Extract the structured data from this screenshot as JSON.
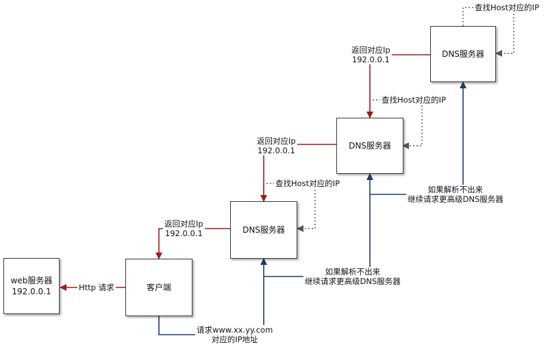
{
  "nodes": {
    "web_server": {
      "title": "web服务器",
      "ip": "192.0.0.1"
    },
    "client": {
      "title": "客户端"
    },
    "dns1": {
      "title": "DNS服务器"
    },
    "dns2": {
      "title": "DNS服务器"
    },
    "dns3": {
      "title": "DNS服务器"
    }
  },
  "edges": {
    "http_request": "Http 请求",
    "client_request": {
      "line1": "请求www.xx.yy.com",
      "line2": "对应的IP地址"
    },
    "return_ip_1": {
      "line1": "返回对应Ip",
      "line2": "192.0.0.1"
    },
    "return_ip_2": {
      "line1": "返回对应Ip",
      "line2": "192.0.0.1"
    },
    "return_ip_3": {
      "line1": "返回对应Ip",
      "line2": "192.0.0.1"
    },
    "lookup_host_1": "查找Host对应的IP",
    "lookup_host_2": "查找Host对应的IP",
    "lookup_host_3": "查找Host对应的IP",
    "escalate_1": {
      "line1": "如果解析不出来",
      "line2": "继续请求更高级DNS服务器"
    },
    "escalate_2": {
      "line1": "如果解析不出来",
      "line2": "继续请求更高级DNS服务器"
    }
  },
  "colors": {
    "request_line": "#1f3a6e",
    "return_line": "#a01c1c",
    "lookup_line": "#555555"
  }
}
